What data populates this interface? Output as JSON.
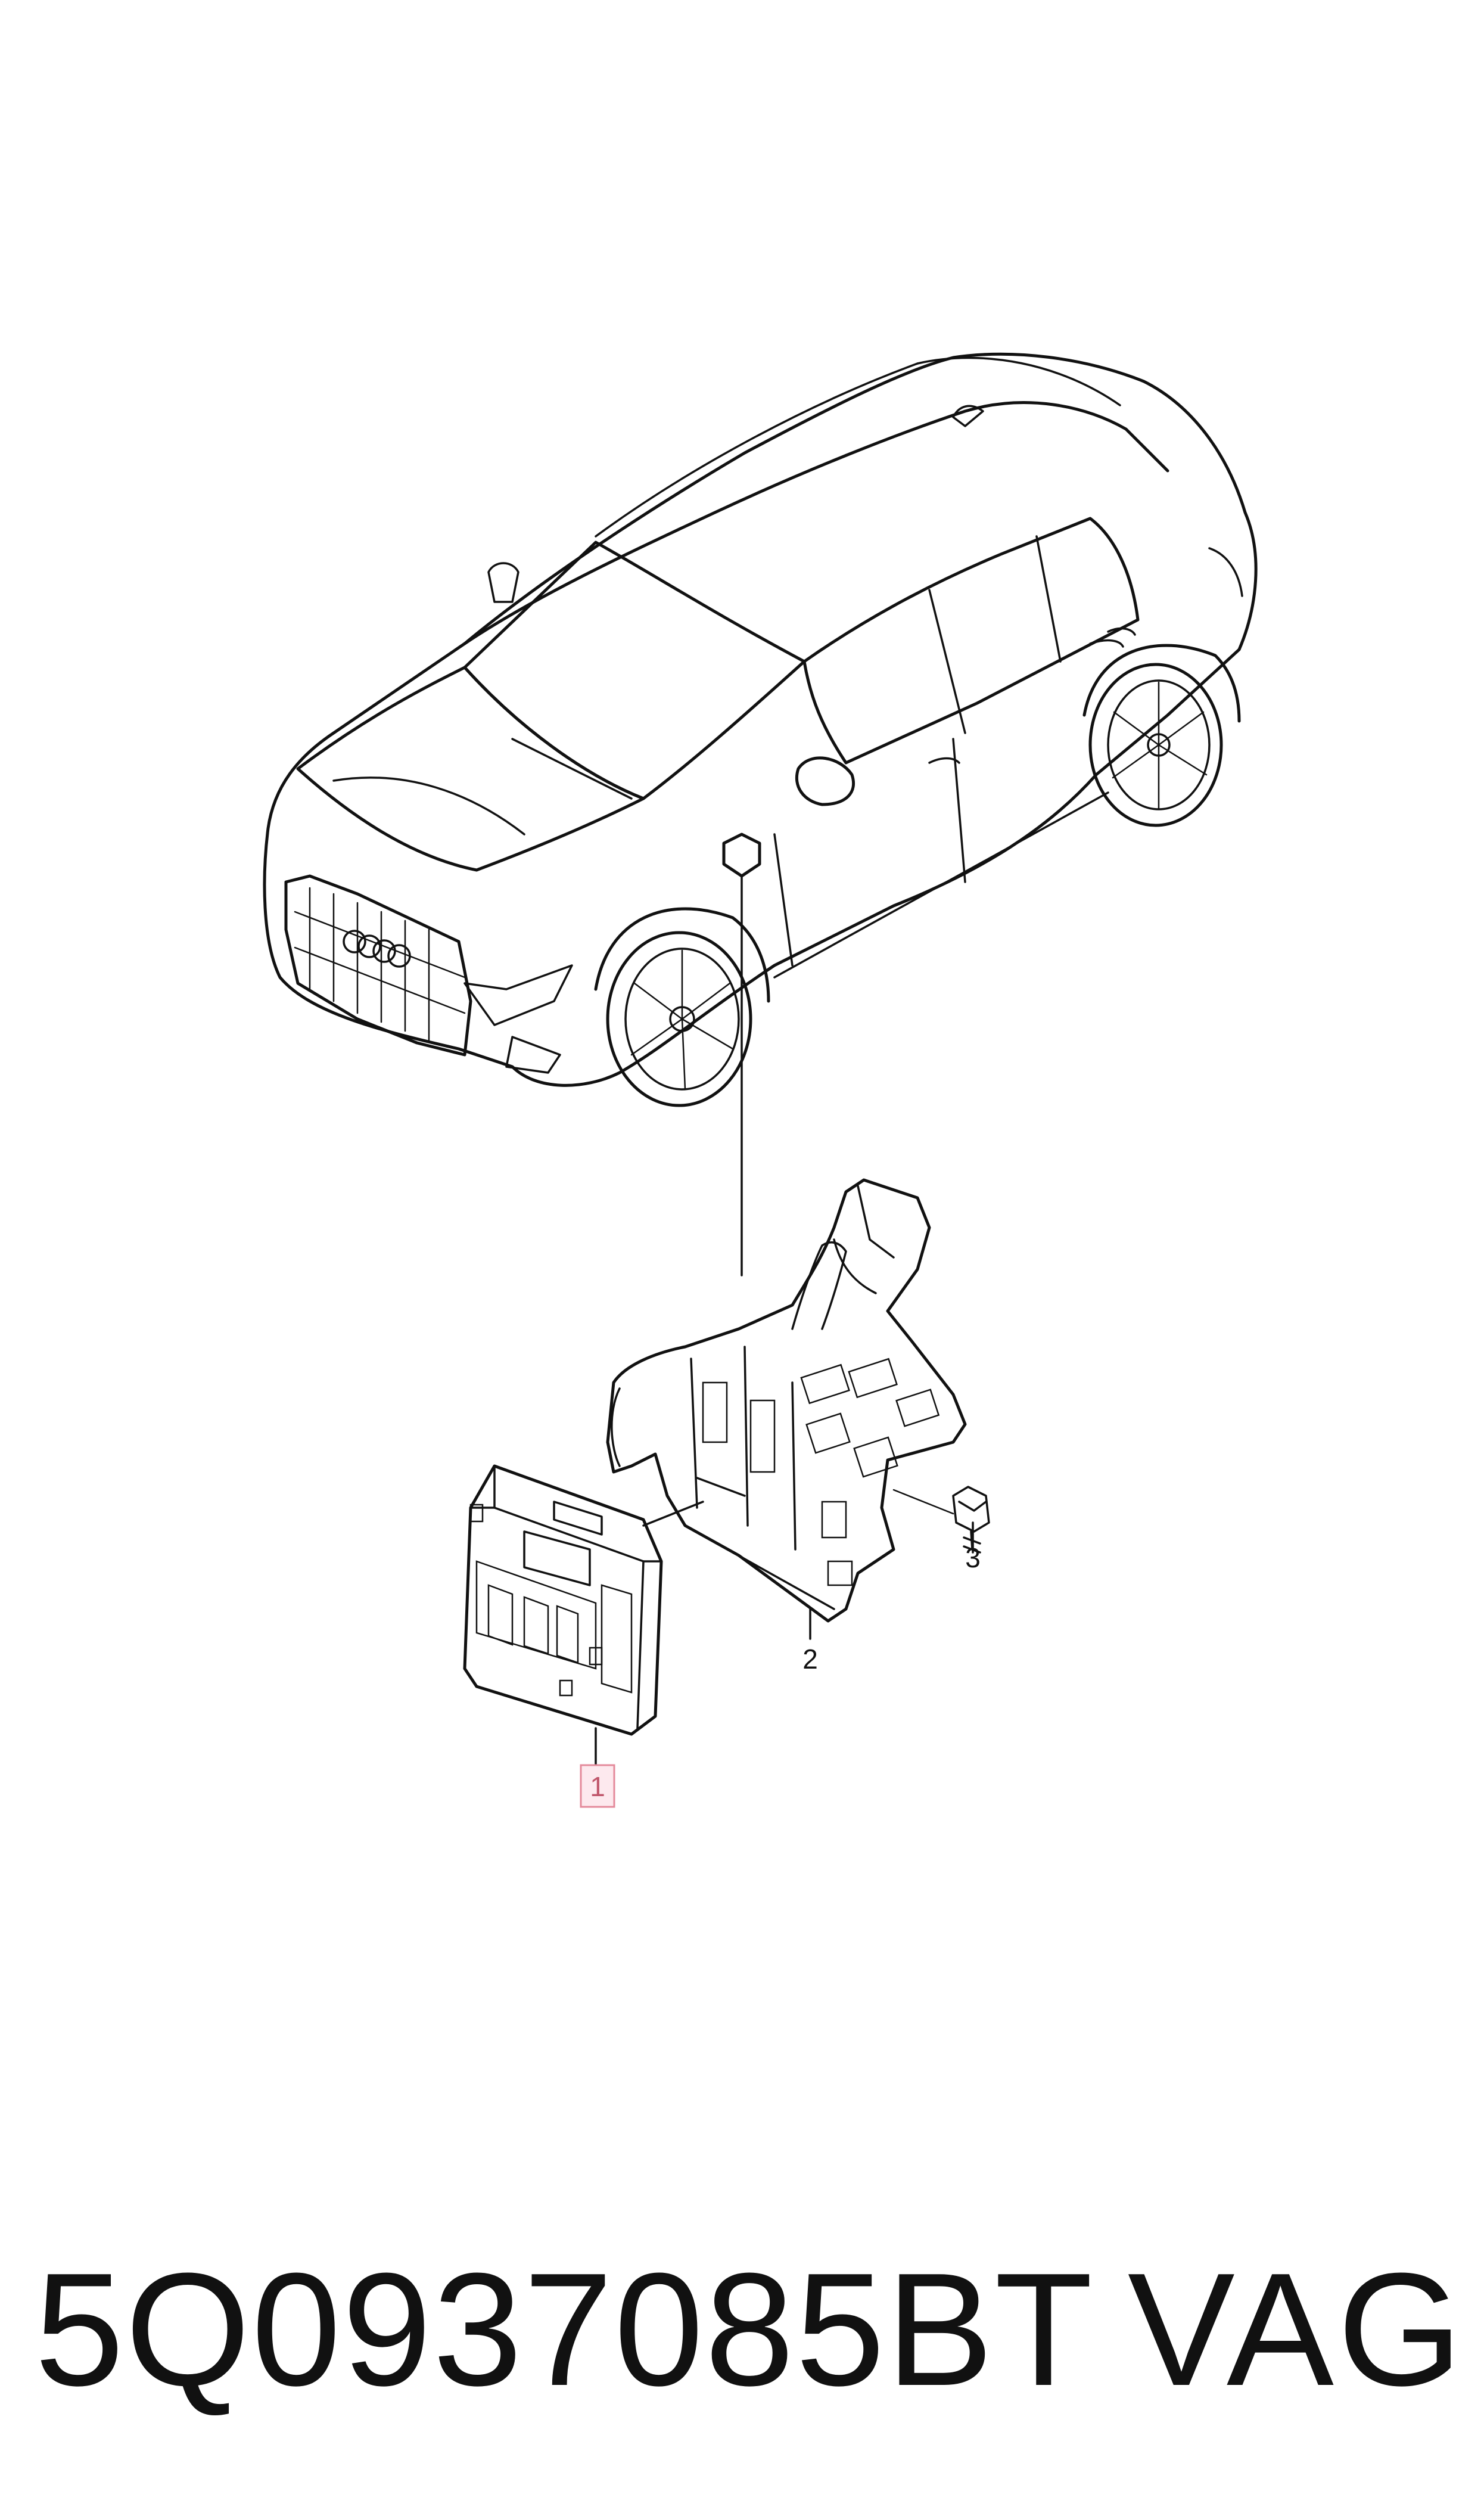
{
  "callouts": [
    {
      "id": "1",
      "label": "1",
      "highlighted": true
    },
    {
      "id": "2",
      "label": "2",
      "highlighted": false
    },
    {
      "id": "3",
      "label": "3",
      "highlighted": false
    }
  ],
  "footer": {
    "part_number": "5Q0937085BT",
    "manufacturer": "VAG"
  },
  "colors": {
    "ink": "#111111",
    "highlight_fill": "#fde9ee",
    "highlight_stroke": "#e48a9b",
    "highlight_text": "#c0566b"
  }
}
